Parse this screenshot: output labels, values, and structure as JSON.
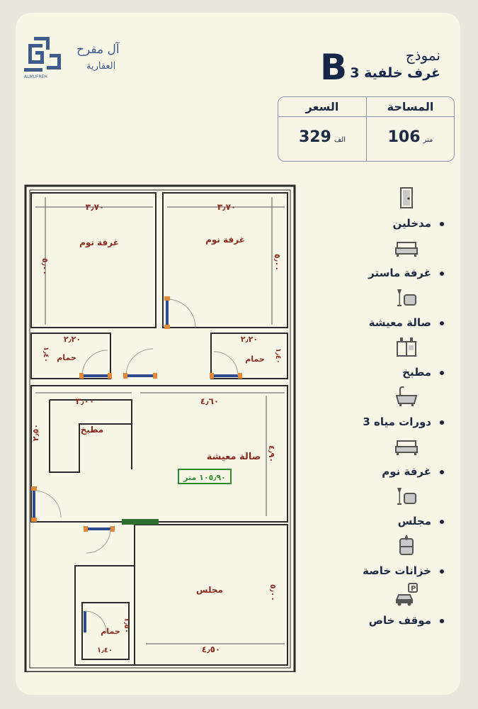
{
  "brand": {
    "line1": "آل مفرح",
    "line2": "العقارية",
    "mark_text": "ALMUFREH"
  },
  "model": {
    "letter": "B",
    "title": "نموذج",
    "subtitle": "3 غرف خلفية"
  },
  "info": {
    "area_header": "المساحة",
    "area_value": "106",
    "area_unit": "متر",
    "price_header": "السعر",
    "price_value": "329",
    "price_unit": "الف"
  },
  "features": [
    {
      "label": "مدخلين",
      "icon": "door-icon"
    },
    {
      "label": "غرفة ماستر",
      "icon": "bed-icon"
    },
    {
      "label": "صالة معيشة",
      "icon": "armchair-lamp-icon"
    },
    {
      "label": "مطبخ",
      "icon": "kitchen-icon"
    },
    {
      "label": "3 دورات مياه",
      "icon": "bathtub-icon"
    },
    {
      "label": "غرفة نوم",
      "icon": "bed-icon"
    },
    {
      "label": "مجلس",
      "icon": "armchair-lamp-icon"
    },
    {
      "label": "خزانات خاصة",
      "icon": "water-tank-icon"
    },
    {
      "label": "موقف خاص",
      "icon": "parking-car-icon"
    }
  ],
  "plan": {
    "rooms": {
      "bedroom_left": "غرفة نوم",
      "bedroom_right": "غرفة نوم",
      "bath_left": "حمام",
      "bath_right": "حمام",
      "kitchen": "مطبخ",
      "living": "صالة معيشة",
      "living_area": "١٠٥٫٩٠ متر",
      "majlis": "مجلس",
      "bath_bottom": "حمام"
    },
    "dims": {
      "bed_left_w": "٣٫٧٠",
      "bed_right_w": "٣٫٧٠",
      "bed_left_h": "٥٫٠٠",
      "bed_right_h": "٥٫٠٠",
      "bath_left_w": "٢٫٢٠",
      "bath_right_w": "٢٫٢٠",
      "bath_left_h": "١٫٤٠",
      "bath_right_h": "١٫٤٠",
      "kitchen_w": "٣٫٠٠",
      "kitchen_h": "٢٫٥٠",
      "living_w": "٤٫٦٠",
      "living_h": "٤٫٩٠",
      "majlis_h": "٥٫٠٠",
      "majlis_w": "٤٫٥٠",
      "bath_bottom_w": "١٫٤٠",
      "bath_bottom_h": "١٫٥٠"
    }
  },
  "colors": {
    "navy": "#1d2a44",
    "plan_label": "#8a2a1e",
    "door": "#2f4a8f",
    "area_tag": "#2e8b2e",
    "wall": "#2a2a2a"
  }
}
